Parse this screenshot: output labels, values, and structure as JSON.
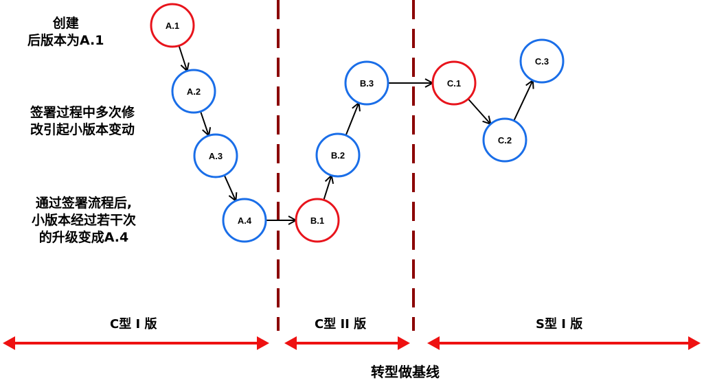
{
  "colors": {
    "major_node": "#e8141c",
    "minor_node": "#1a6ee8",
    "divider": "#8b0000",
    "phase_arrow": "#ee1111",
    "edge": "#000000"
  },
  "nodes": [
    {
      "id": "A.1",
      "kind": "major"
    },
    {
      "id": "A.2",
      "kind": "minor"
    },
    {
      "id": "A.3",
      "kind": "minor"
    },
    {
      "id": "A.4",
      "kind": "minor"
    },
    {
      "id": "B.1",
      "kind": "major"
    },
    {
      "id": "B.2",
      "kind": "minor"
    },
    {
      "id": "B.3",
      "kind": "minor"
    },
    {
      "id": "C.1",
      "kind": "major"
    },
    {
      "id": "C.2",
      "kind": "minor"
    },
    {
      "id": "C.3",
      "kind": "minor"
    }
  ],
  "edges": [
    {
      "from": "A.1",
      "to": "A.2"
    },
    {
      "from": "A.2",
      "to": "A.3"
    },
    {
      "from": "A.3",
      "to": "A.4"
    },
    {
      "from": "A.4",
      "to": "B.1"
    },
    {
      "from": "B.1",
      "to": "B.2"
    },
    {
      "from": "B.2",
      "to": "B.3"
    },
    {
      "from": "B.3",
      "to": "C.1"
    },
    {
      "from": "C.1",
      "to": "C.2"
    },
    {
      "from": "C.2",
      "to": "C.3"
    }
  ],
  "notes": {
    "create": [
      "创建",
      "后版本为A.1"
    ],
    "signing_changes": [
      "签署过程中多次修",
      "改引起小版本变动"
    ],
    "after_signing": [
      "通过签署流程后,",
      "小版本经过若干次",
      "的升级变成A.4"
    ]
  },
  "phases": [
    {
      "label": "C型 I 版"
    },
    {
      "label": "C型 II 版"
    },
    {
      "label": "S型 I 版"
    }
  ],
  "footer": "转型做基线"
}
